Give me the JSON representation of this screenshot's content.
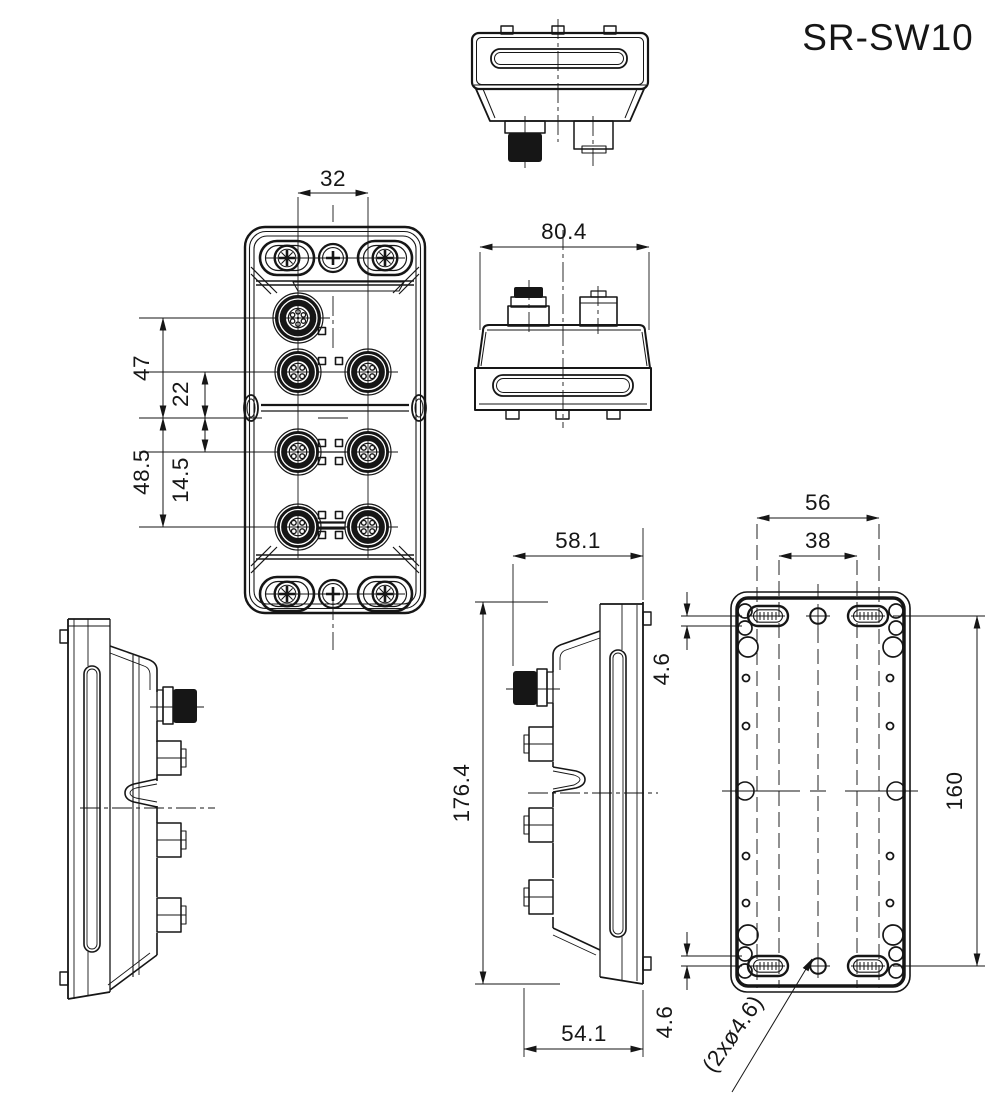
{
  "title": "SR-SW10",
  "drawing": {
    "front_view": {
      "port_spacing": "32",
      "row1_offset": "47",
      "row2_offset": "22",
      "row4_offset": "48.5",
      "row3_offset": "14.5"
    },
    "end_view": {
      "overall_width": "80.4"
    },
    "side_view": {
      "gland_to_plate": "58.1",
      "overall_height": "176.4",
      "port_depth": "54.1"
    },
    "rear_view": {
      "slot_span_outer": "56",
      "slot_span_inner": "38",
      "slot_row_span": "160",
      "edge_offset_top": "4.6",
      "edge_offset_bottom": "4.6",
      "hole_callout": "(2xø4.6)"
    }
  }
}
